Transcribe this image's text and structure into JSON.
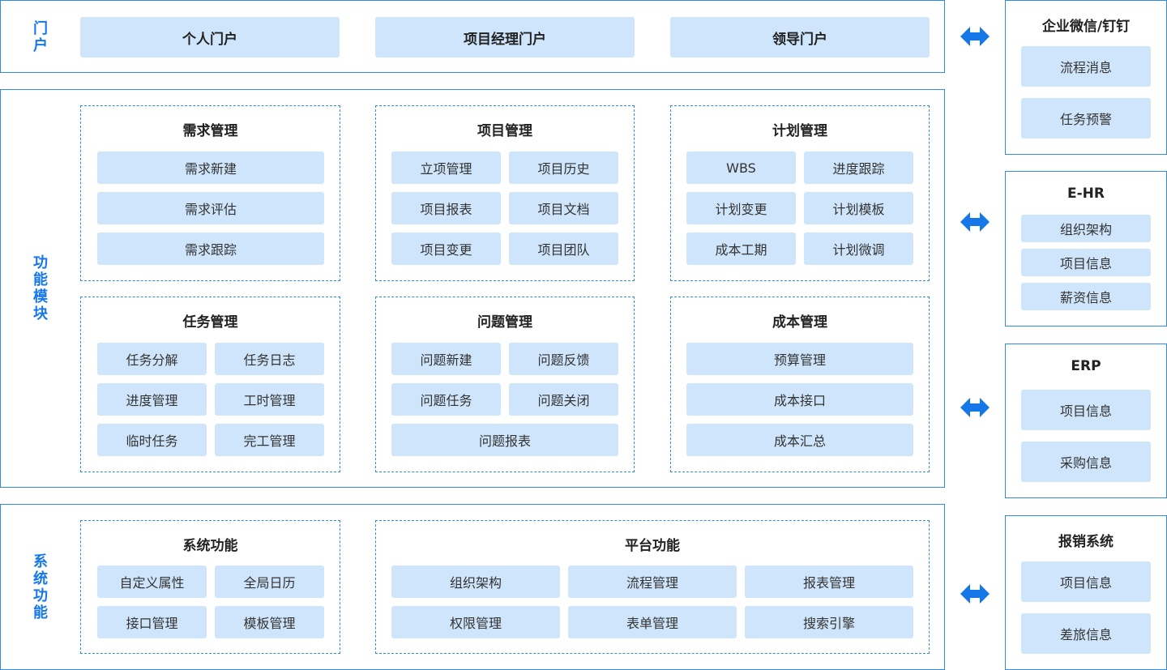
{
  "portal": {
    "label": "门户",
    "items": [
      "个人门户",
      "项目经理门户",
      "领导门户"
    ]
  },
  "modules": {
    "label": "功能模块",
    "demand": {
      "title": "需求管理",
      "items": [
        "需求新建",
        "需求评估",
        "需求跟踪"
      ]
    },
    "project": {
      "title": "项目管理",
      "items": [
        "立项管理",
        "项目历史",
        "项目报表",
        "项目文档",
        "项目变更",
        "项目团队"
      ]
    },
    "plan": {
      "title": "计划管理",
      "items": [
        "WBS",
        "进度跟踪",
        "计划变更",
        "计划模板",
        "成本工期",
        "计划微调"
      ]
    },
    "task": {
      "title": "任务管理",
      "items": [
        "任务分解",
        "任务日志",
        "进度管理",
        "工时管理",
        "临时任务",
        "完工管理"
      ]
    },
    "issue": {
      "title": "问题管理",
      "items": [
        "问题新建",
        "问题反馈",
        "问题任务",
        "问题关闭",
        "问题报表"
      ]
    },
    "cost": {
      "title": "成本管理",
      "items": [
        "预算管理",
        "成本接口",
        "成本汇总"
      ]
    }
  },
  "system": {
    "label": "系统功能",
    "sys": {
      "title": "系统功能",
      "items": [
        "自定义属性",
        "全局日历",
        "接口管理",
        "模板管理"
      ]
    },
    "platform": {
      "title": "平台功能",
      "items": [
        "组织架构",
        "流程管理",
        "报表管理",
        "权限管理",
        "表单管理",
        "搜索引擎"
      ]
    }
  },
  "external": {
    "wechat": {
      "title": "企业微信/钉钉",
      "items": [
        "流程消息",
        "任务预警"
      ]
    },
    "ehr": {
      "title": "E-HR",
      "items": [
        "组织架构",
        "项目信息",
        "薪资信息"
      ]
    },
    "erp": {
      "title": "ERP",
      "items": [
        "项目信息",
        "采购信息"
      ]
    },
    "expense": {
      "title": "报销系统",
      "items": [
        "项目信息",
        "差旅信息"
      ]
    }
  },
  "colors": {
    "accent": "#1677e8",
    "border": "#2f8ae8",
    "pill": "#cfe5fb"
  },
  "arrow_icon": "double-arrow-icon"
}
